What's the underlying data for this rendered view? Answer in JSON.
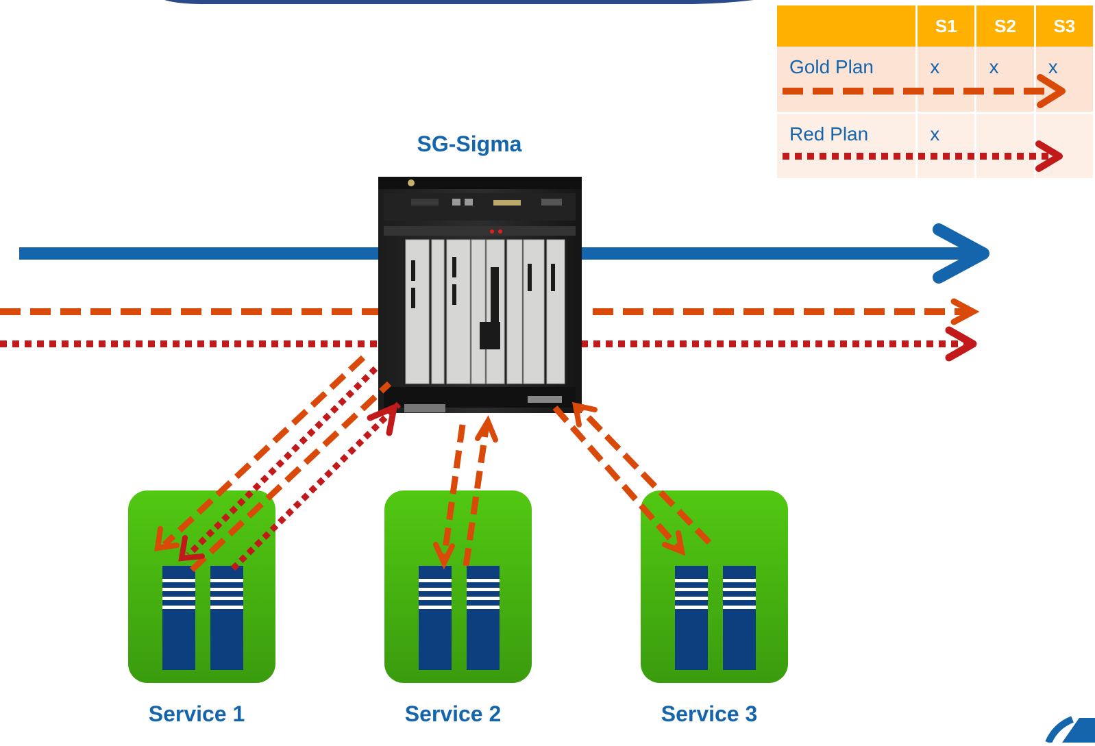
{
  "device": {
    "title": "SG-Sigma"
  },
  "services": [
    {
      "label": "Service 1"
    },
    {
      "label": "Service 2"
    },
    {
      "label": "Service 3"
    }
  ],
  "legend": {
    "columns": [
      "S1",
      "S2",
      "S3"
    ],
    "rows": [
      {
        "name": "Gold Plan",
        "marks": [
          "x",
          "x",
          "x"
        ],
        "line_style": "dashed"
      },
      {
        "name": "Red Plan",
        "marks": [
          "x",
          "",
          ""
        ],
        "line_style": "dotted"
      }
    ]
  },
  "colors": {
    "main_flow": "#1565ad",
    "gold_plan": "#d94a0a",
    "red_plan": "#c21a1a",
    "service_box": "#4cc114",
    "server": "#0d3f7e",
    "legend_header": "#ffb000"
  }
}
